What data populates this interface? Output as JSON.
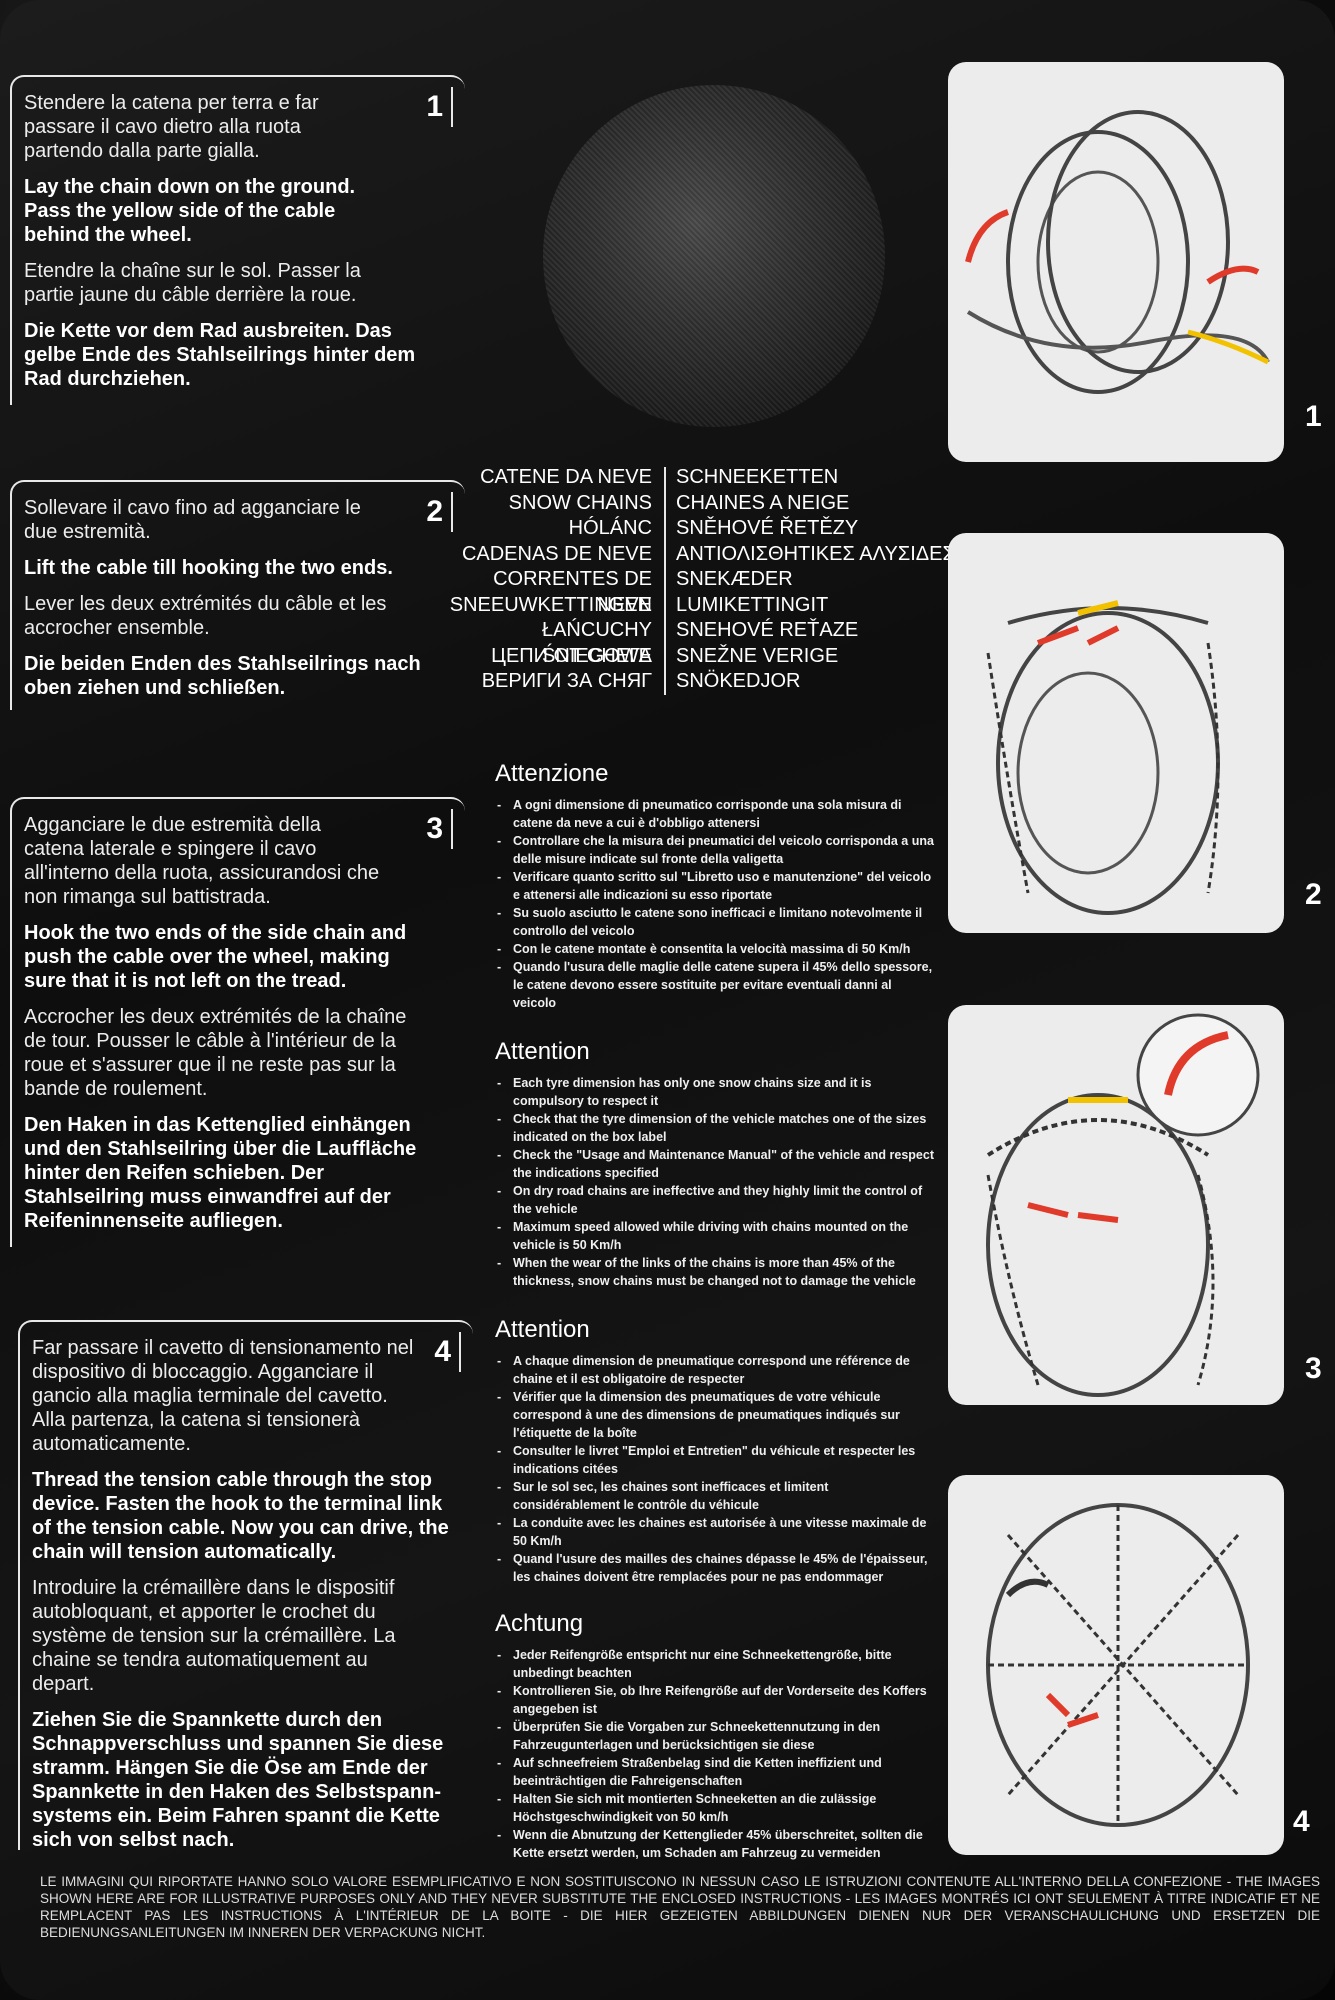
{
  "steps": [
    {
      "num": "1",
      "it": "Stendere la catena per terra e far passare il cavo dietro alla ruota partendo dalla parte gialla.",
      "en": "Lay the chain down on the ground. Pass the yellow side of the cable behind the wheel.",
      "fr": "Etendre la chaîne sur le sol. Passer la partie jaune du câble derrière la roue.",
      "de": "Die Kette vor dem Rad ausbreiten. Das gelbe Ende des Stahlseilrings hinter dem Rad durchziehen."
    },
    {
      "num": "2",
      "it": "Sollevare il cavo fino ad agganciare le due estremità.",
      "en": "Lift the cable till hooking the two ends.",
      "fr": "Lever les deux extrémités du câble et les accrocher ensemble.",
      "de": "Die beiden Enden des Stahlseilrings nach oben ziehen und schließen."
    },
    {
      "num": "3",
      "it": "Agganciare le due estremità della catena laterale e spingere il cavo all'interno della ruota, assicurandosi che non rimanga sul battistrada.",
      "en": "Hook the two ends of the side chain and push the cable over the wheel, making sure that it is not left on the tread.",
      "fr": "Accrocher les deux extrémités de la chaîne de tour. Pousser le câble à l'intérieur de la roue et s'assurer que il ne reste pas sur la bande de roulement.",
      "de": "Den Haken in das Kettenglied einhängen und den Stahlseilring über die Lauffläche hinter den Reifen schieben. Der Stahlseilring muss einwandfrei auf der Reifeninnenseite aufliegen."
    },
    {
      "num": "4",
      "it": "Far passare il cavetto di tensionamento nel dispositivo di bloccaggio. Agganciare il gancio alla maglia terminale del cavetto. Alla partenza, la catena si tensionerà automaticamente.",
      "en": "Thread the tension cable through the stop device. Fasten the hook to the terminal link of the tension cable. Now you can drive, the chain will tension automatically.",
      "fr": "Introduire la crémaillère dans le dispositif autobloquant, et apporter le crochet du système de tension sur la crémaillère. La chaine se tendra automatiquement au depart.",
      "de": "Ziehen Sie die Spannkette durch den Schnappverschluss und spannen Sie diese stramm. Hängen Sie die Öse am Ende der Spannkette in den Haken des Selbstspann-systems ein. Beim Fahren spannt die Kette sich von selbst nach."
    }
  ],
  "titles_left": [
    "CATENE DA NEVE",
    "SNOW CHAINS",
    "HÓLÁNC",
    "CADENAS DE NEVE",
    "CORRENTES DE NEVE",
    "SNEEUWKETTINGEN",
    "ŁAŃCUCHY ŚNIEGOWE",
    "ЦЕПИ ОТ СНЕГА",
    "ВЕРИГИ ЗА СНЯГ"
  ],
  "titles_right": [
    "SCHNEEKETTEN",
    "CHAINES A NEIGE",
    "SNĚHOVÉ ŘETĚZY",
    "ΑΝΤΙΟΛΙΣΘΗΤΙΚΕΣ ΑΛΥΣΙΔΕΣ",
    "SNEKÆDER",
    "LUMIKETTINGIT",
    "SNEHOVÉ REŤAZE",
    "SNEŽNE VERIGE",
    "SNÖKEDJOR"
  ],
  "warnings": [
    {
      "title": "Attenzione",
      "items": [
        "A ogni dimensione di pneumatico corrisponde una sola misura di catene da neve a cui è d'obbligo attenersi",
        "Controllare che la misura dei pneumatici del veicolo corrisponda a una delle misure indicate sul fronte della valigetta",
        "Verificare quanto scritto sul \"Libretto uso e manutenzione\" del veicolo e attenersi alle indicazioni su esso riportate",
        "Su suolo asciutto le catene sono inefficaci e limitano notevolmente il controllo del veicolo",
        "Con le catene montate è consentita la velocità massima di 50 Km/h",
        "Quando l'usura delle maglie delle catene supera il 45% dello spessore, le catene devono essere sostituite per evitare eventuali danni al veicolo"
      ]
    },
    {
      "title": "Attention",
      "items": [
        "Each tyre dimension has only one snow chains size and it is compulsory to respect it",
        "Check that the tyre dimension of the vehicle matches one of the sizes indicated on the box label",
        "Check the \"Usage and Maintenance Manual\" of the vehicle and respect the indications specified",
        "On dry road chains are ineffective and they highly limit the control of the vehicle",
        "Maximum speed allowed while driving with chains mounted on the vehicle is 50 Km/h",
        "When the wear of the links of the chains is more than 45% of the thickness, snow chains must be changed not to damage the vehicle"
      ]
    },
    {
      "title": "Attention",
      "items": [
        "A chaque dimension de pneumatique correspond une référence de chaine et il est obligatoire de respecter",
        "Vérifier que la dimension des pneumatiques de votre véhicule correspond à une des dimensions de pneumatiques indiqués sur l'étiquette de la boîte",
        "Consulter le livret \"Emploi et Entretien\" du véhicule et respecter les indications citées",
        "Sur le sol sec, les chaines sont inefficaces et limitent considérablement le contrôle du véhicule",
        "La conduite avec les chaines est autorisée à une vitesse maximale de 50 Km/h",
        "Quand l'usure des mailles des chaines dépasse le 45% de l'épaisseur, les chaines doivent être remplacées pour ne pas endommager"
      ]
    },
    {
      "title": "Achtung",
      "items": [
        "Jeder Reifengröße entspricht nur eine Schneekettengröße, bitte unbedingt beachten",
        "Kontrollieren Sie, ob Ihre Reifengröße auf der Vorderseite des Koffers angegeben ist",
        "Überprüfen Sie die Vorgaben zur Schneekettennutzung in den Fahrzeugunterlagen und berücksichtigen sie diese",
        "Auf schneefreiem Straßenbelag sind die Ketten ineffizient und beeinträchtigen die Fahreigenschaften",
        "Halten Sie sich mit montierten Schneeketten an die zulässige Höchstgeschwindigkeit von 50 km/h",
        "Wenn die Abnutzung der Kettenglieder 45% überschreitet, sollten die Kette ersetzt werden, um Schaden am Fahrzeug zu vermeiden"
      ]
    }
  ],
  "image_labels": [
    "1",
    "2",
    "3",
    "4"
  ],
  "footer": "LE IMMAGINI QUI RIPORTATE HANNO SOLO VALORE ESEMPLIFICATIVO E NON SOSTITUISCONO IN NESSUN CASO LE ISTRUZIONI CONTENUTE ALL'INTERNO DELLA CONFEZIONE - THE IMAGES SHOWN HERE ARE FOR ILLUSTRATIVE PURPOSES ONLY AND THEY NEVER SUBSTITUTE THE ENCLOSED INSTRUCTIONS - LES IMAGES MONTRÉS ICI ONT SEULEMENT À TITRE INDICATIF ET NE REMPLACENT PAS LES INSTRUCTIONS À L'INTÉRIEUR DE LA BOITE - DIE HIER GEZEIGTEN ABBILDUNGEN DIENEN NUR DER VERANSCHAULICHUNG UND ERSETZEN DIE BEDIENUNGSANLEITUNGEN IM INNEREN DER VERPACKUNG NICHT.",
  "colors": {
    "background": "#111111",
    "text": "#f2f2f2",
    "panel": "#ececec",
    "arrow": "#e03a2a",
    "cable": "#f2c200"
  }
}
